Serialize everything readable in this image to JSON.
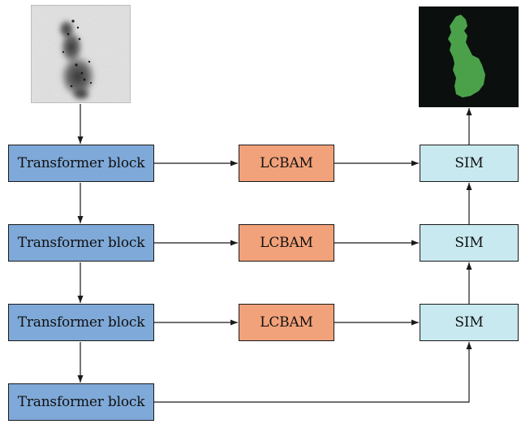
{
  "blocks": {
    "transformer": [
      "Transformer block",
      "Transformer block",
      "Transformer block",
      "Transformer block"
    ],
    "lcbam": [
      "LCBAM",
      "LCBAM",
      "LCBAM"
    ],
    "sim": [
      "SIM",
      "SIM",
      "SIM"
    ]
  },
  "images": {
    "input": "input-ultrasound-image",
    "output": "segmentation-mask-output"
  },
  "colors": {
    "transformer": "#7fa9d8",
    "lcbam": "#f2a27a",
    "sim": "#c8e9ef",
    "mask": "#4aa14a",
    "mask_background": "#0b0f0e"
  }
}
